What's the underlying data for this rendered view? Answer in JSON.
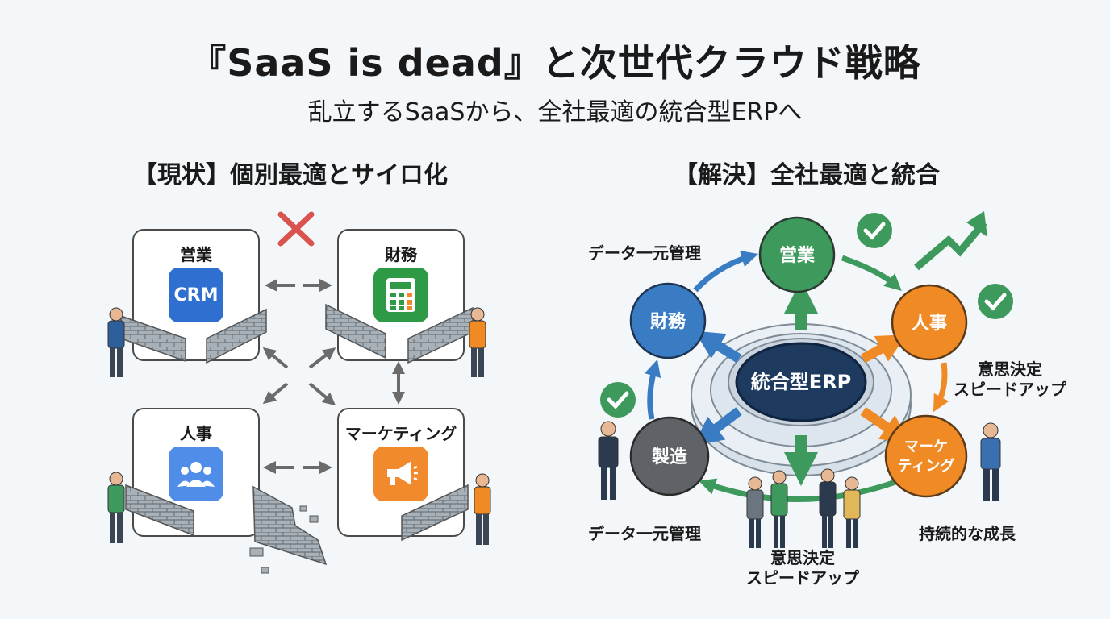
{
  "title": "『SaaS is dead』と次世代クラウド戦略",
  "subtitle": "乱立するSaaSから、全社最適の統合型ERPへ",
  "current": {
    "heading": "【現状】個別最適とサイロ化",
    "boxes": {
      "sales": {
        "label": "営業",
        "icon_text": "CRM",
        "icon_color": "#2f6fd0"
      },
      "finance": {
        "label": "財務",
        "icon": "calculator-icon",
        "icon_color": "#2e9a45"
      },
      "hr": {
        "label": "人事",
        "icon": "people-icon",
        "icon_color": "#4f8de8"
      },
      "marketing": {
        "label": "マーケティング",
        "icon": "megaphone-icon",
        "icon_color": "#f08a2c"
      }
    }
  },
  "solution": {
    "heading": "【解決】全社最適と統合",
    "hub": "統合型ERP",
    "nodes": {
      "sales": {
        "label": "営業",
        "color": "#3d9a5c"
      },
      "hr": {
        "label": "人事",
        "color": "#ef8a25"
      },
      "marketing": {
        "line1": "マーケ",
        "line2": "ティング",
        "color": "#ef8a25"
      },
      "manufacturing": {
        "label": "製造",
        "color": "#5f6367"
      },
      "finance": {
        "label": "財務",
        "color": "#3a7cc3"
      }
    },
    "labels": {
      "data_top": "データ一元管理",
      "data_bottom": "データ一元管理",
      "decision_right_1": "意思決定",
      "decision_right_2": "スピードアップ",
      "decision_bottom_1": "意思決定",
      "decision_bottom_2": "スピードアップ",
      "growth": "持続的な成長"
    }
  }
}
